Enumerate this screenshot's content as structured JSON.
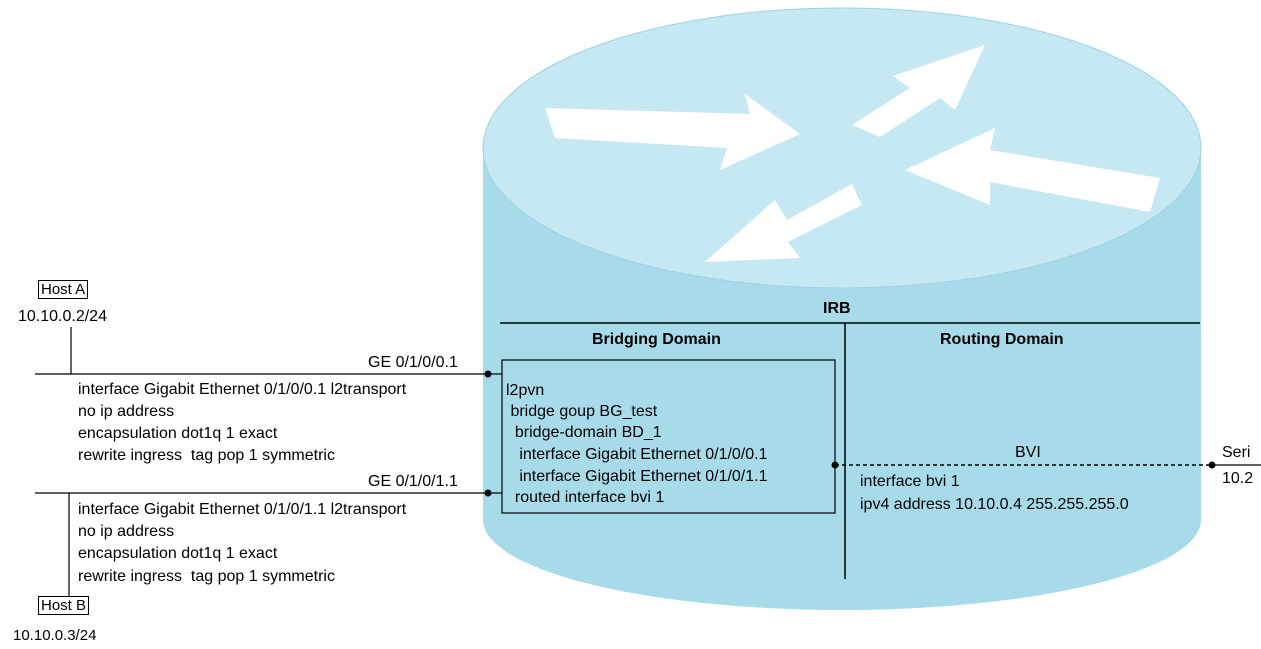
{
  "hosts": {
    "a": {
      "label": "Host A",
      "ip": "10.10.0.2/24"
    },
    "b": {
      "label": "Host B",
      "ip": "10.10.0.3/24"
    }
  },
  "ports": {
    "ge1": "GE 0/1/0/0.1",
    "ge2": "GE 0/1/0/1.1",
    "serial": "Seri",
    "serial_ip": "10.2"
  },
  "config_a": [
    "interface Gigabit Ethernet 0/1/0/0.1 l2transport",
    "no ip address",
    "encapsulation dot1q 1 exact",
    "rewrite ingress  tag pop 1 symmetric"
  ],
  "config_b": [
    "interface Gigabit Ethernet 0/1/0/1.1 l2transport",
    "no ip address",
    "encapsulation dot1q 1 exact",
    "rewrite ingress  tag pop 1 symmetric"
  ],
  "irb": {
    "title": "IRB",
    "bridging_title": "Bridging Domain",
    "routing_title": "Routing Domain",
    "l2vpn_lines": [
      "l2pvn",
      " bridge goup BG_test",
      "  bridge-domain BD_1",
      "   interface Gigabit Ethernet 0/1/0/0.1",
      "   interface Gigabit Ethernet 0/1/0/1.1",
      "  routed interface bvi 1"
    ],
    "bvi_label": "BVI",
    "bvi_lines": [
      "interface bvi 1",
      "ipv4 address 10.10.0.4 255.255.255.0"
    ]
  },
  "colors": {
    "router_body": "#a8dbea",
    "router_top": "#c6e8f3",
    "arrows": "#ffffff",
    "lines": "#000000"
  }
}
